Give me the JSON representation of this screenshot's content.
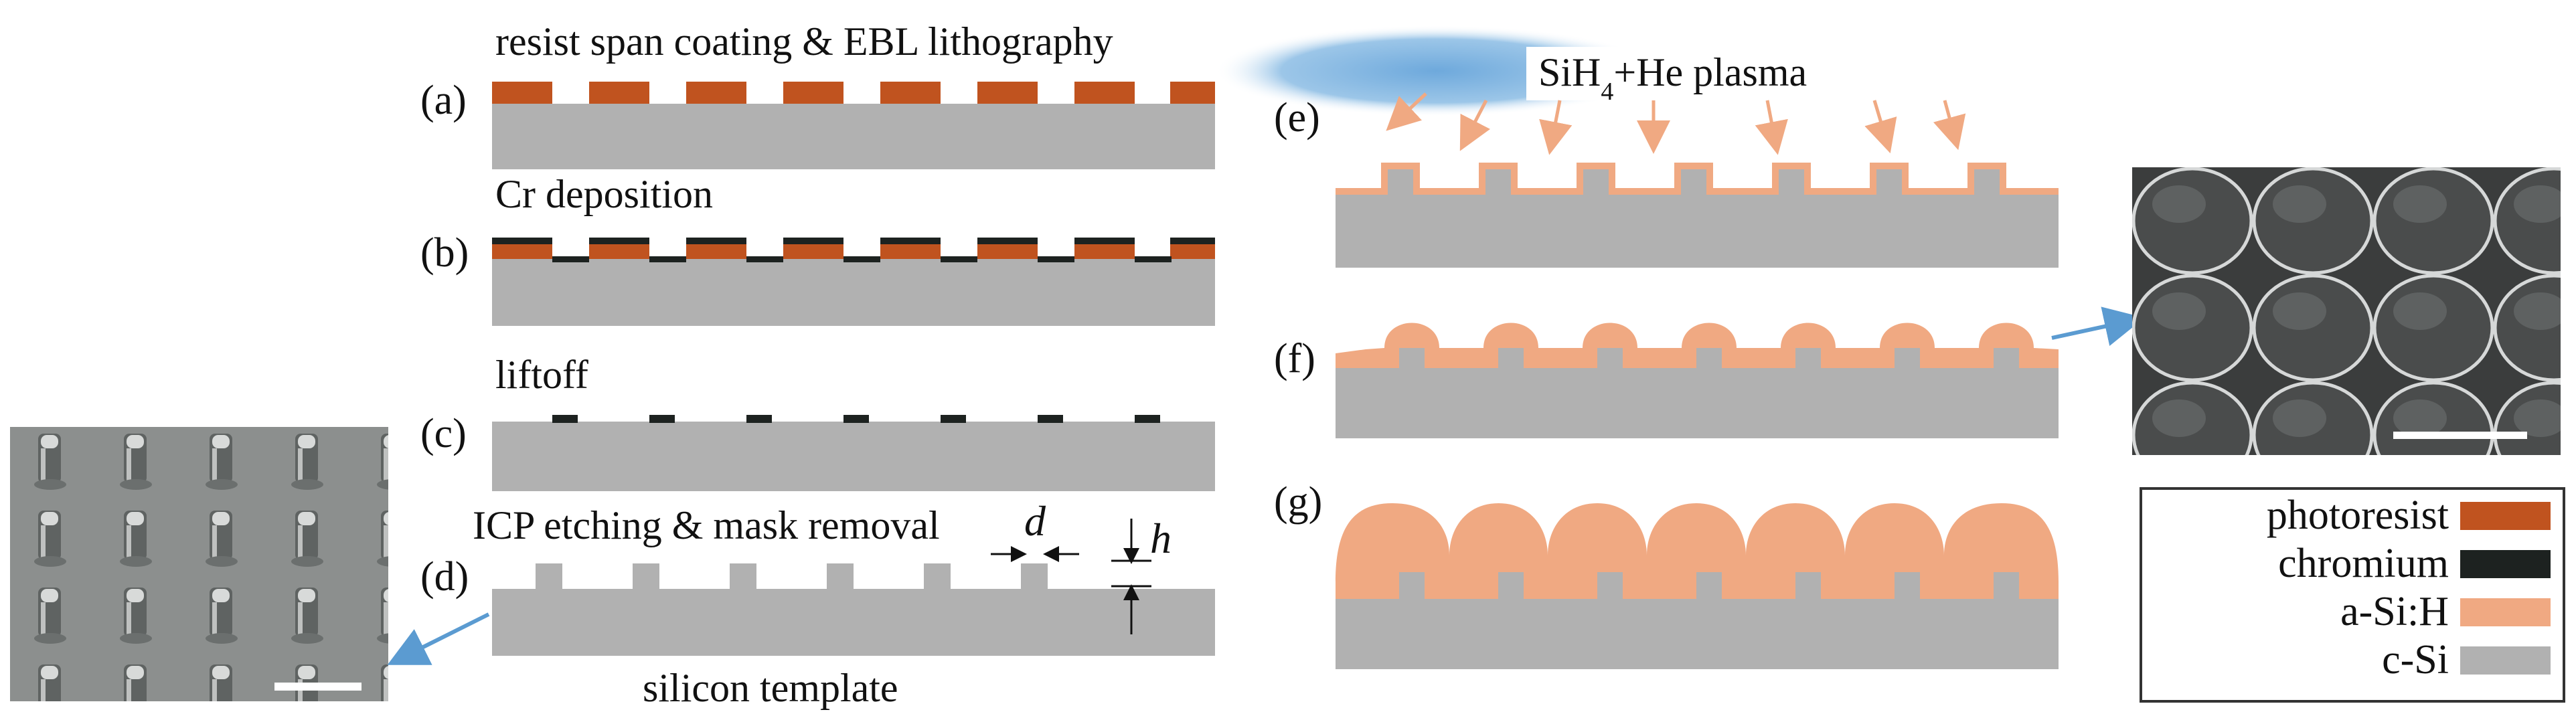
{
  "steps": {
    "a": "resist span coating & EBL lithography",
    "b": "Cr deposition",
    "c": "liftoff",
    "d": "ICP etching & mask removal",
    "template": "silicon template"
  },
  "panels": [
    "(a)",
    "(b)",
    "(c)",
    "(d)",
    "(e)",
    "(f)",
    "(g)"
  ],
  "dims": {
    "d": "d",
    "h": "h"
  },
  "plasma": {
    "prefix": "SiH",
    "sub": "4",
    "suffix": "+He plasma"
  },
  "legend": {
    "items": [
      {
        "label": "photoresist",
        "color": "#c0531f"
      },
      {
        "label": "chromium",
        "color": "#1d2220"
      },
      {
        "label": "a-Si:H",
        "color": "#f0a982"
      },
      {
        "label": "c-Si",
        "color": "#b1b1b1"
      }
    ]
  },
  "colors": {
    "silicon": "#b1b1b1",
    "photoresist": "#c0531f",
    "chromium": "#1d2220",
    "asi": "#f0a982",
    "arrow": "#5b9bd1",
    "plasma": "#7fb3de"
  }
}
